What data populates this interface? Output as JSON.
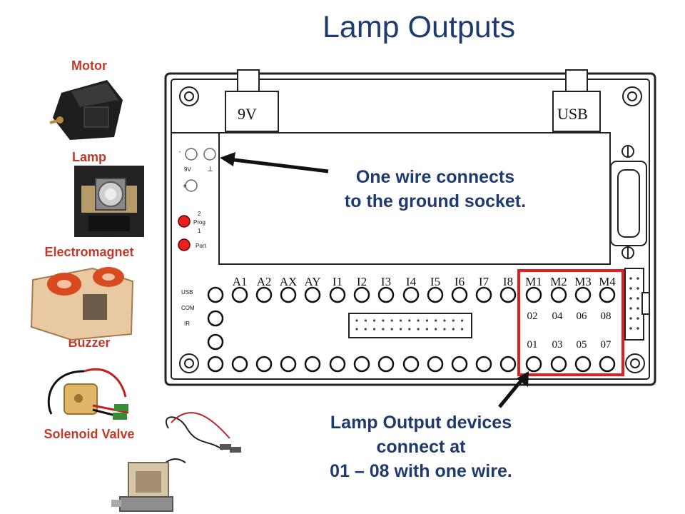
{
  "title": "Lamp Outputs",
  "devices": {
    "motor": "Motor",
    "lamp": "Lamp",
    "electromagnet": "Electromagnet",
    "buzzer": "Buzzer",
    "solenoid": "Solenoid Valve"
  },
  "callouts": {
    "ground_line1": "One wire connects",
    "ground_line2": "to the ground socket.",
    "lamp_line1": "Lamp Output devices",
    "lamp_line2": "connect at",
    "lamp_line3": "01 – 08 with one wire."
  },
  "board": {
    "power_label": "9V",
    "usb_label": "USB",
    "socket_9v": "9V",
    "socket_gnd": "⊥",
    "prog_top": "2",
    "prog_mid": "Prog",
    "prog_bot": "1",
    "port": "Port",
    "left_usb": "USB",
    "left_com": "COM",
    "left_ir": "IR",
    "input_labels": [
      "A1",
      "A2",
      "AX",
      "AY",
      "I1",
      "I2",
      "I3",
      "I4",
      "I5",
      "I6",
      "I7",
      "I8"
    ],
    "motor_labels": [
      "M1",
      "M2",
      "M3",
      "M4"
    ],
    "even_outputs": [
      "02",
      "04",
      "06",
      "08"
    ],
    "odd_outputs": [
      "01",
      "03",
      "05",
      "07"
    ]
  },
  "colors": {
    "title": "#1f3b6e",
    "device_label": "#c0392b",
    "highlight_box": "#e02020",
    "led": "#e82020"
  }
}
